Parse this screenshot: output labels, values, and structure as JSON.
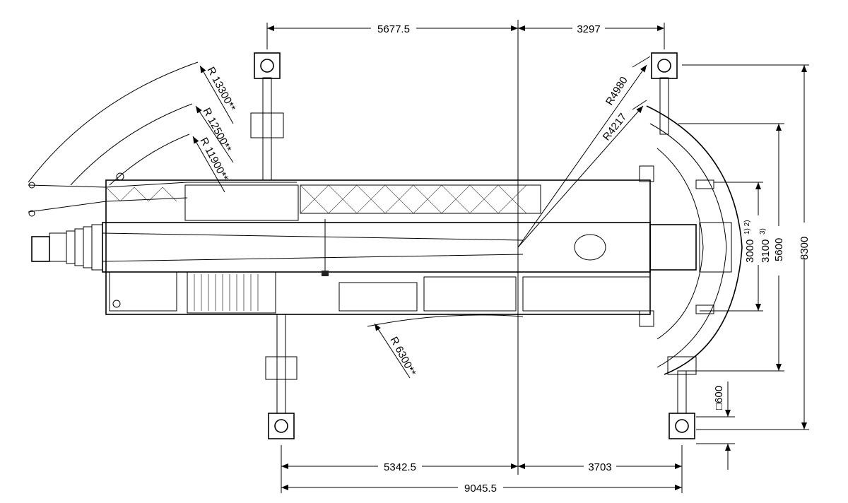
{
  "dimensions": {
    "top_left": "5677.5",
    "top_right": "3297",
    "bottom_left": "5342.5",
    "bottom_right": "3703",
    "bottom_total": "9045.5",
    "width_3000": "3000",
    "width_3000_note": "1) 2)",
    "width_3100": "3100",
    "width_3100_note": "3)",
    "width_5600": "5600",
    "width_8300": "8300",
    "pad_600": "□600"
  },
  "radii": {
    "r13300": "R 13300**",
    "r12500": "R 12500**",
    "r11900": "R 11900**",
    "r4980": "R4980",
    "r4217": "R4217",
    "r6300": "R 6300**"
  }
}
